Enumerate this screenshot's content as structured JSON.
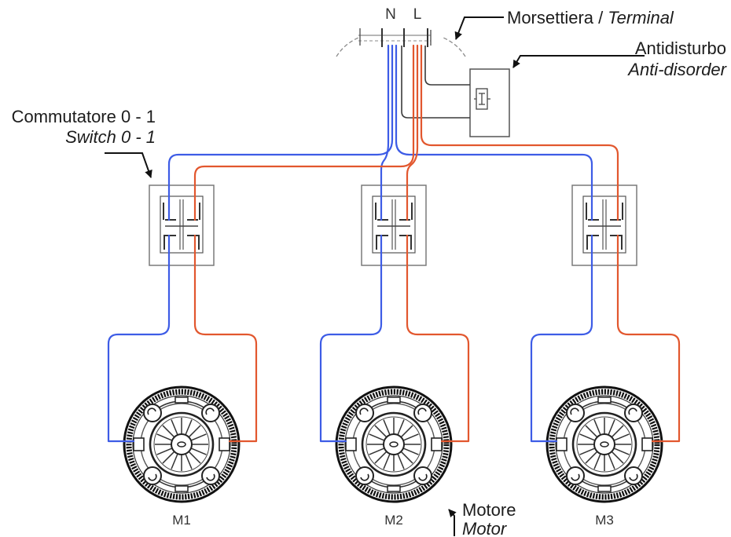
{
  "colors": {
    "neutral_wire": "#3d5ce6",
    "line_wire": "#e2572e",
    "control_wire": "#3a3a3a",
    "ink": "#1c1c1c"
  },
  "terminal": {
    "label": "Morsettiera /",
    "label_en": "Terminal",
    "neutral": "N",
    "line": "L"
  },
  "suppressor": {
    "label": "Antidisturbo",
    "label_en": "Anti-disorder"
  },
  "switch": {
    "label": "Commutatore 0 - 1",
    "label_en": "Switch 0 - 1"
  },
  "motor": {
    "label": "Motore",
    "label_en": "Motor"
  },
  "motors": [
    "M1",
    "M2",
    "M3"
  ]
}
